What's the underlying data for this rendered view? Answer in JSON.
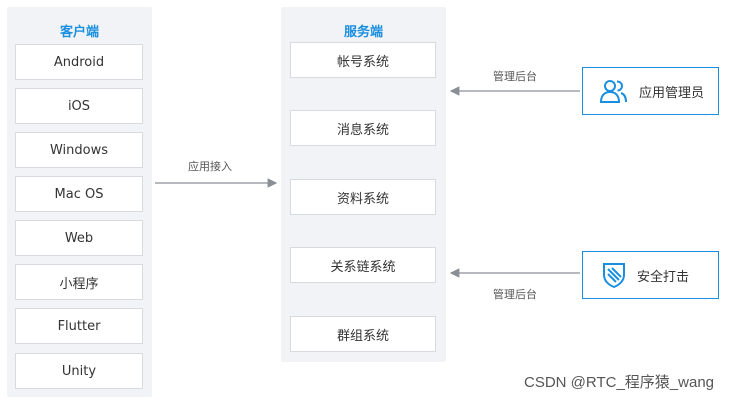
{
  "client": {
    "title": "客户端",
    "items": [
      "Android",
      "iOS",
      "Windows",
      "Mac OS",
      "Web",
      "小程序",
      "Flutter",
      "Unity"
    ]
  },
  "server": {
    "title": "服务端",
    "items": [
      "帐号系统",
      "消息系统",
      "资料系统",
      "关系链系统",
      "群组系统"
    ]
  },
  "connections": {
    "app_access": "应用接入",
    "mgmt_top": "管理后台",
    "mgmt_bottom": "管理后台"
  },
  "actors": {
    "admin": "应用管理员",
    "security": "安全打击"
  },
  "icons": {
    "admin": "users-icon",
    "security": "shield-icon"
  },
  "colors": {
    "accent": "#1a8fe0",
    "panel": "#f1f3f6"
  },
  "watermark": "CSDN @RTC_程序猿_wang"
}
